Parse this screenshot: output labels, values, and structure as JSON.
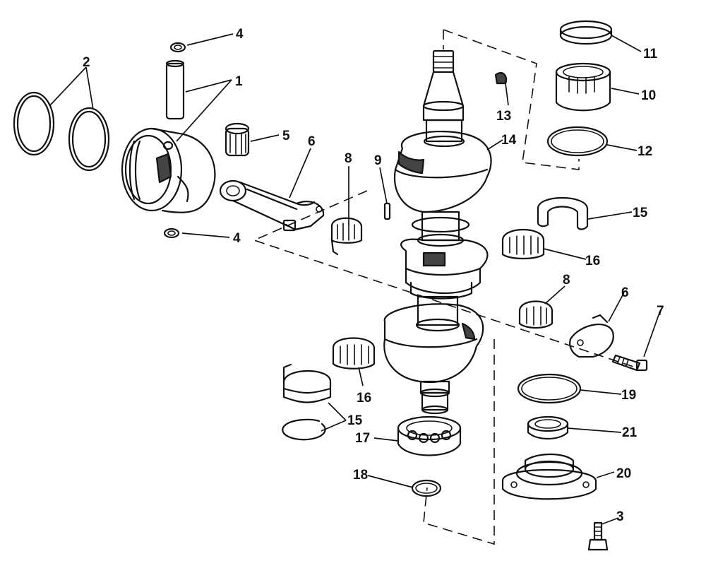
{
  "callouts": {
    "n1": "1",
    "n2": "2",
    "n3": "3",
    "n4_top": "4",
    "n4_bottom": "4",
    "n5": "5",
    "n6_rod": "6",
    "n6_cap": "6",
    "n7": "7",
    "n8_upper": "8",
    "n8_lower": "8",
    "n9": "9",
    "n10": "10",
    "n11": "11",
    "n12": "12",
    "n13": "13",
    "n14": "14",
    "n15_right": "15",
    "n15_left": "15",
    "n16_right": "16",
    "n16_left": "16",
    "n17": "17",
    "n18": "18",
    "n19": "19",
    "n20": "20",
    "n21": "21"
  },
  "colors": {
    "ink": "#111111",
    "paper": "#ffffff"
  }
}
